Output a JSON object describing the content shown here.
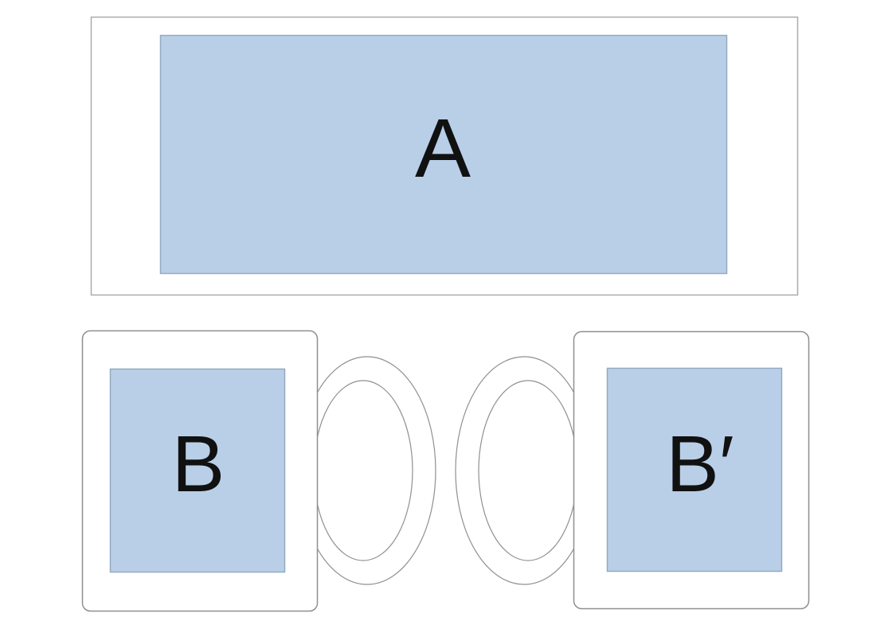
{
  "labels": {
    "top_panel": "A",
    "left_mug": "B",
    "right_mug": "B′"
  },
  "colors": {
    "background": "#ffffff",
    "print_area_fill": "#b9cfe7",
    "print_area_border": "#94a9c1",
    "sheet_border": "#ababab",
    "mug_border": "#8f8f8f",
    "handle_line": "#909090",
    "label_text": "#111111"
  }
}
